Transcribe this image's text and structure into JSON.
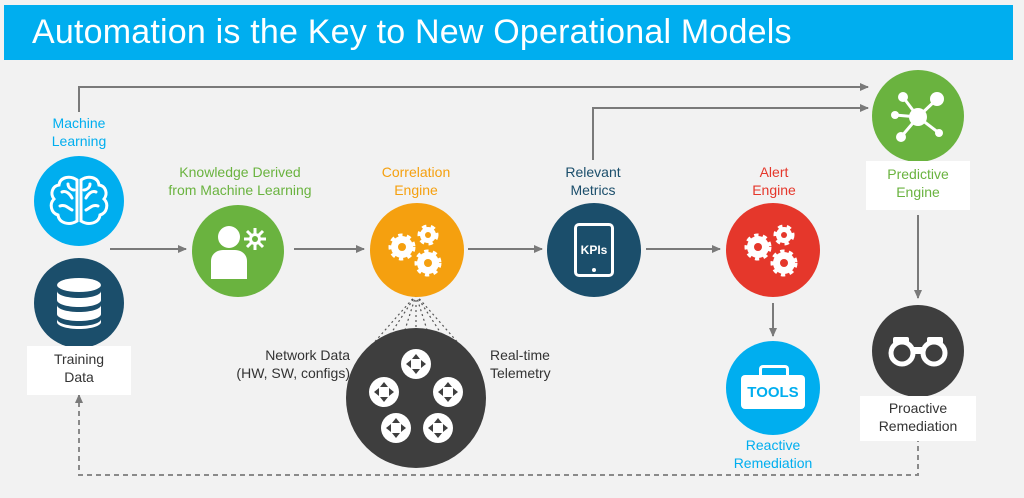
{
  "title": "Automation is the Key to New Operational Models",
  "colors": {
    "title_bar": "#00aeef",
    "blue": "#00aeef",
    "navy": "#1b4e6b",
    "green": "#6ab33f",
    "orange": "#f5a00f",
    "red": "#e5372b",
    "gray": "#3e3e3e"
  },
  "nodes": {
    "machine_learning": {
      "label_line1": "Machine",
      "label_line2": "Learning",
      "icon": "brain-icon"
    },
    "training_data": {
      "label_line1": "Training",
      "label_line2": "Data",
      "icon": "database-icon"
    },
    "knowledge": {
      "label_line1": "Knowledge  Derived",
      "label_line2": "from Machine Learning",
      "icon": "person-gear-icon"
    },
    "correlation": {
      "label_line1": "Correlation",
      "label_line2": "Engine",
      "icon": "gears-icon"
    },
    "relevant_metrics": {
      "label_line1": "Relevant",
      "label_line2": "Metrics",
      "icon": "tablet-icon",
      "tablet_text": "KPIs"
    },
    "alert_engine": {
      "label_line1": "Alert",
      "label_line2": "Engine",
      "icon": "gears-alert-icon"
    },
    "predictive_engine": {
      "label_line1": "Predictive",
      "label_line2": "Engine",
      "icon": "network-icon"
    },
    "reactive_remediation": {
      "label_line1": "Reactive",
      "label_line2": "Remediation",
      "icon": "toolbox-icon",
      "toolbox_text": "TOOLS"
    },
    "proactive_remediation": {
      "label_line1": "Proactive",
      "label_line2": "Remediation",
      "icon": "binoculars-icon"
    },
    "network_cloud": {
      "icon": "routers-icon"
    }
  },
  "annotations": {
    "network_data_line1": "Network Data",
    "network_data_line2": "(HW, SW, configs)",
    "realtime_line1": "Real-time",
    "realtime_line2": "Telemetry"
  }
}
